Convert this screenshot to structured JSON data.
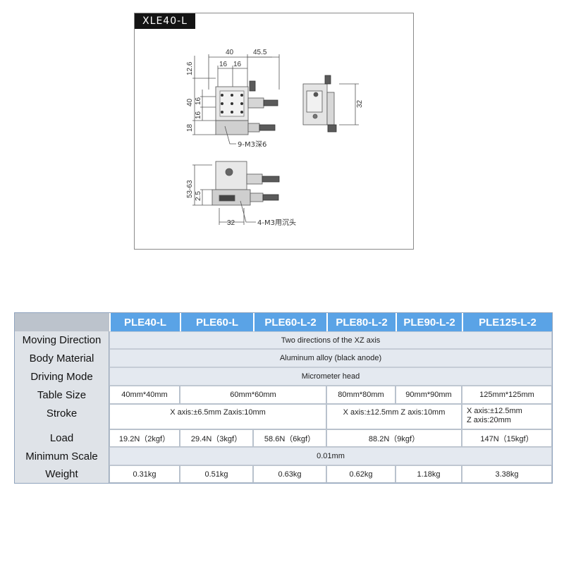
{
  "drawing": {
    "model_tag": "XLE40-L",
    "dims": {
      "top_width": "40",
      "top_extend": "45.5",
      "pitch_a": "16",
      "pitch_b": "16",
      "left_top": "12.6",
      "left_mid": "40",
      "left_pitch_a": "16",
      "left_pitch_b": "16",
      "left_bottom": "18",
      "side_height": "32",
      "front_range": "53-63",
      "front_small": "2.5",
      "front_base": "32"
    },
    "notes": {
      "top_holes": "9-M3深6",
      "base_holes": "4-M3用沉头"
    }
  },
  "table": {
    "headers": [
      "PLE40-L",
      "PLE60-L",
      "PLE60-L-2",
      "PLE80-L-2",
      "PLE90-L-2",
      "PLE125-L-2"
    ],
    "rows": {
      "moving_direction": {
        "label": "Moving Direction",
        "value": "Two directions of the XZ axis"
      },
      "body_material": {
        "label": "Body Material",
        "value": "Aluminum alloy (black anode)"
      },
      "driving_mode": {
        "label": "Driving Mode",
        "value": "Micrometer head"
      },
      "table_size": {
        "label": "Table Size",
        "values": [
          "40mm*40mm",
          "60mm*60mm",
          "80mm*80mm",
          "90mm*90mm",
          "125mm*125mm"
        ]
      },
      "stroke": {
        "label": "Stroke",
        "values": [
          "X axis:±6.5mm Zaxis:10mm",
          "X axis:±12.5mm Z axis:10mm",
          "X axis:±12.5mm",
          "Z axis:20mm"
        ]
      },
      "load": {
        "label": "Load",
        "values": [
          "19.2N（2kgf）",
          "29.4N（3kgf）",
          "58.6N（6kgf）",
          "88.2N（9kgf）",
          "147N（15kgf）"
        ]
      },
      "minimum_scale": {
        "label": "Minimum Scale",
        "value": "0.01mm"
      },
      "weight": {
        "label": "Weight",
        "values": [
          "0.31kg",
          "0.51kg",
          "0.63kg",
          "0.62kg",
          "1.18kg",
          "3.38kg"
        ]
      }
    }
  }
}
